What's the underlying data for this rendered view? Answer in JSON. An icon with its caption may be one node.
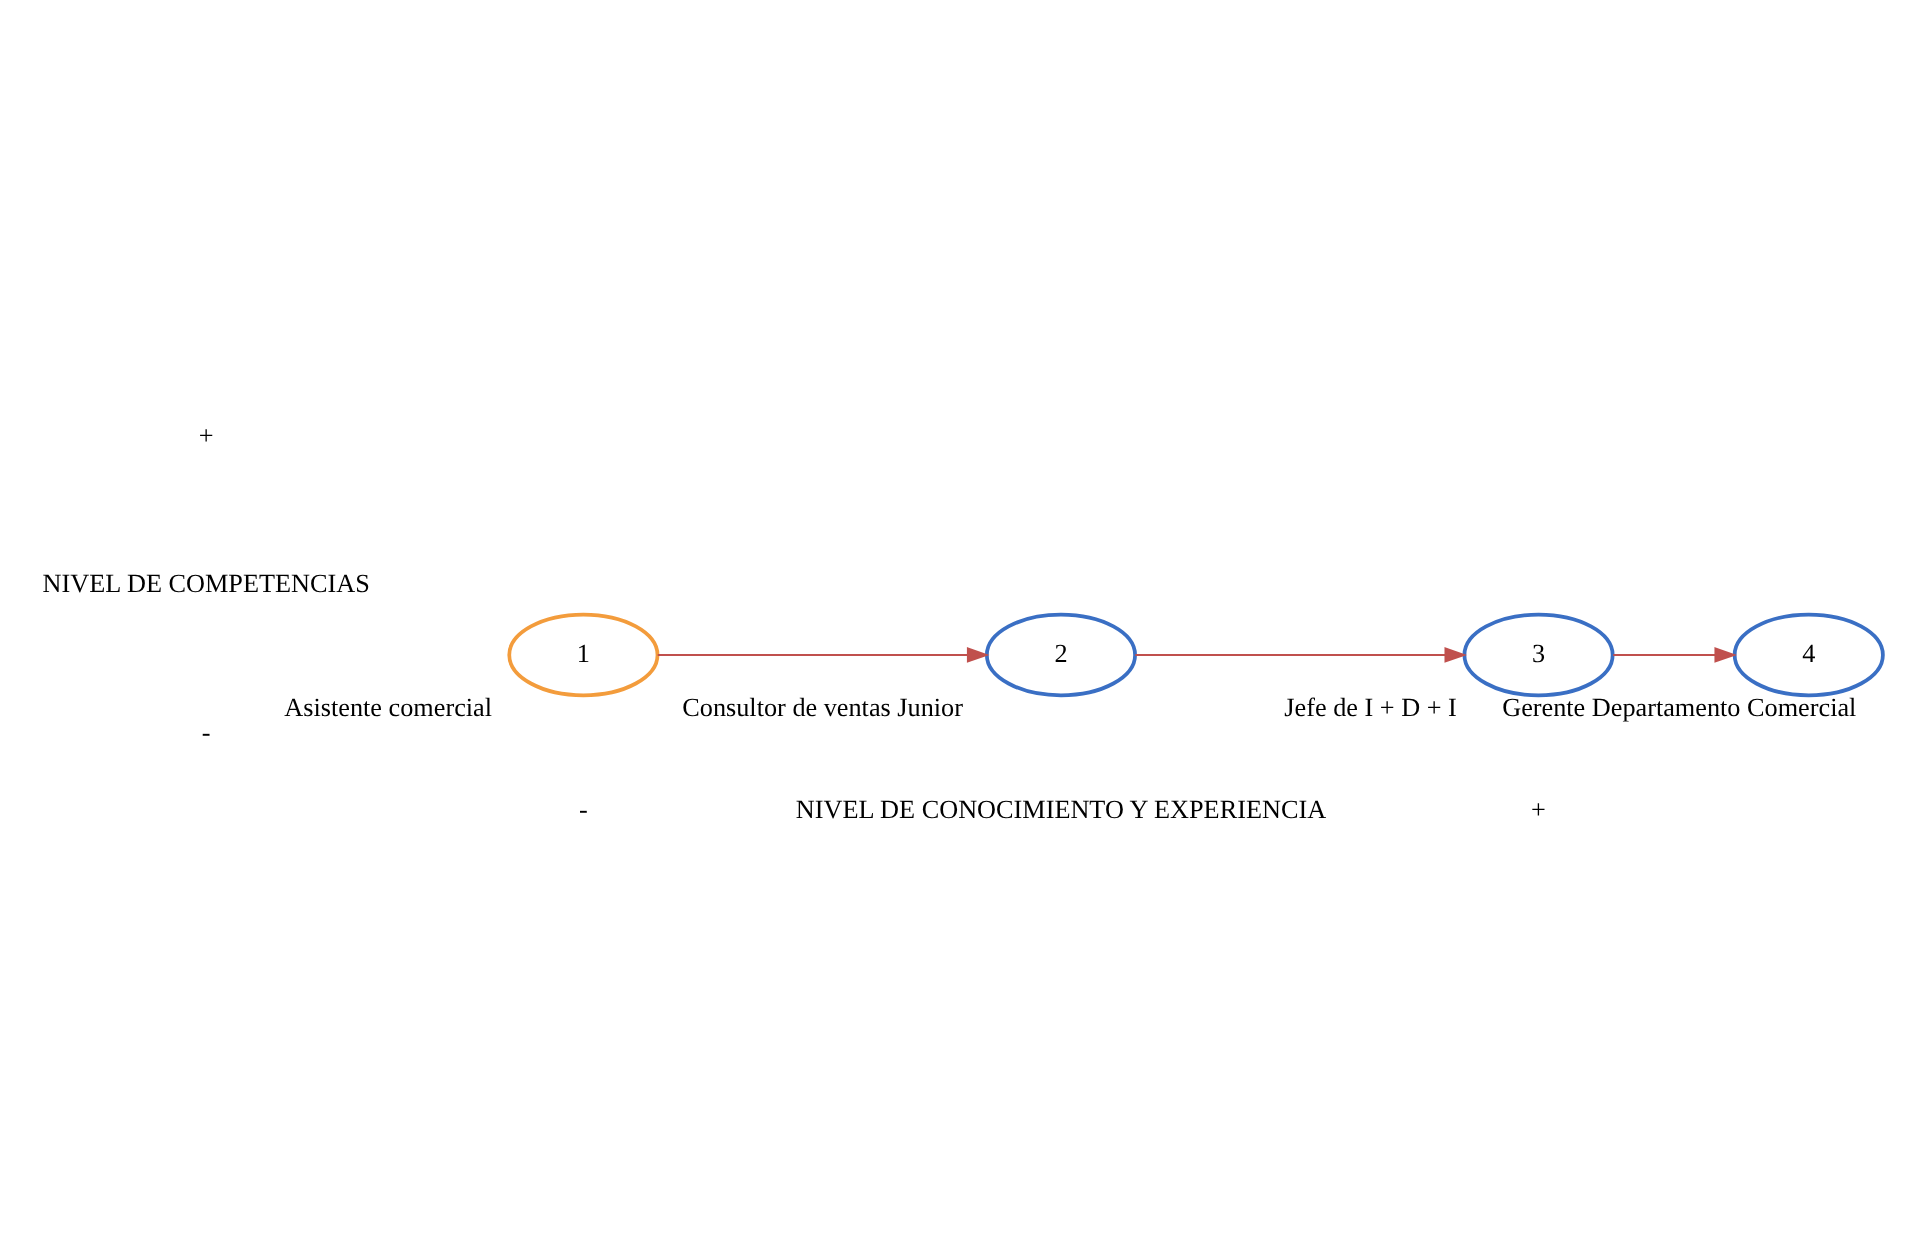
{
  "diagram": {
    "nodes": [
      {
        "text": [
          "1"
        ],
        "beside": [
          "Asistente comercial"
        ]
      },
      {
        "text": [
          "2"
        ],
        "beside": [
          "Consultor de ventas Junior"
        ]
      },
      {
        "text": [
          "3"
        ],
        "beside": [
          "Jefe de I + D + I"
        ]
      },
      {
        "text": [
          "4"
        ],
        "beside": [
          "Gerente Departamento Comercial"
        ]
      }
    ],
    "edges": [
      {
        "from": 0,
        "to": 1,
        "arrow": "to"
      },
      {
        "from": 1,
        "to": 2,
        "arrow": "to"
      },
      {
        "from": 2,
        "to": 3,
        "arrow": "to"
      }
    ],
    "labels": [
      "+",
      "NIVEL DE COMPETENCIAS",
      "-",
      "-",
      "NIVEL DE CONOCIMIENTO Y EXPERIENCIA",
      "+"
    ]
  }
}
